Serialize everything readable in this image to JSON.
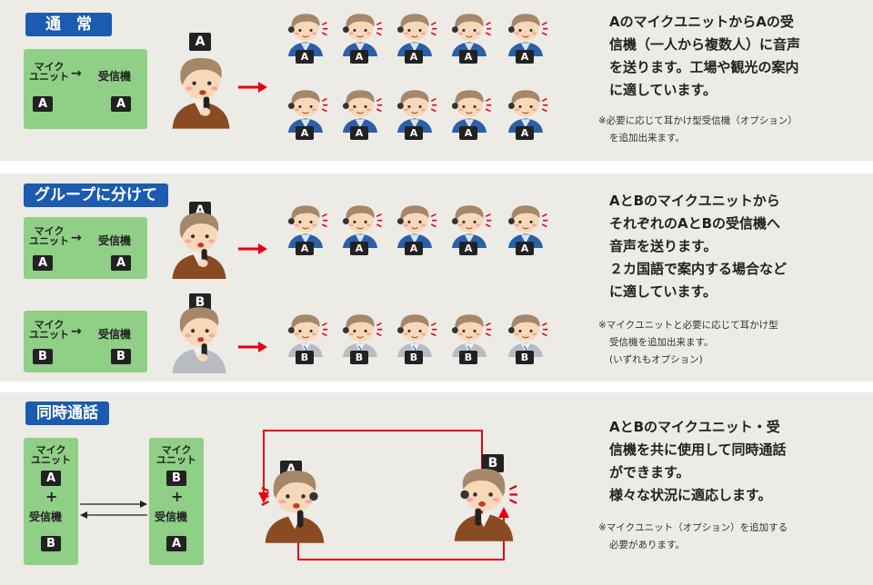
{
  "sections": {
    "normal": {
      "title": "通　常",
      "mic_label_1": "マイク",
      "mic_label_2": "ユニット",
      "receiver_label": "受信機",
      "arrow": "→",
      "mic_badge": "A",
      "receiver_badge": "A",
      "speaker_badge": "A",
      "listener_badge": "A",
      "desc": [
        "AのマイクユニットからAの受",
        "信機（一人から複数人）に音声",
        "を送ります。工場や観光の案内",
        "に適しています。"
      ],
      "note": [
        "※必要に応じて耳かけ型受信機（オプション）",
        "を追加出来ます。"
      ]
    },
    "group": {
      "title": "グループに分けて",
      "mic_label_1": "マイク",
      "mic_label_2": "ユニット",
      "receiver_label": "受信機",
      "arrow": "→",
      "badge_a": "A",
      "badge_b": "B",
      "desc": [
        "AとBのマイクユニットから",
        "それぞれのAとBの受信機へ",
        "音声を送ります。",
        "２カ国語で案内する場合など",
        "に適しています。"
      ],
      "note": [
        "※マイクユニットと必要に応じて耳かけ型",
        "受信機を追加出来ます。",
        "(いずれもオプション)"
      ]
    },
    "duplex": {
      "title": "同時通話",
      "mic_label_1": "マイク",
      "mic_label_2": "ユニット",
      "receiver_label": "受信機",
      "plus": "+",
      "badge_a": "A",
      "badge_b": "B",
      "desc": [
        "AとBのマイクユニット・受",
        "信機を共に使用して同時通話",
        "ができます。",
        "様々な状況に適応します。"
      ],
      "note": [
        "※マイクユニット（オプション）を追加する",
        "必要があります。"
      ]
    }
  },
  "colors": {
    "panel": "#ecebe6",
    "tag": "#1b5bb0",
    "green_box": "#8fcf86",
    "arrow_red": "#e60012",
    "jacket_blue": "#2b5fa8",
    "jacket_brown": "#8a4a22",
    "jacket_gray": "#b8bcc2",
    "hair": "#a5876a",
    "skin": "#f7d8b8"
  }
}
